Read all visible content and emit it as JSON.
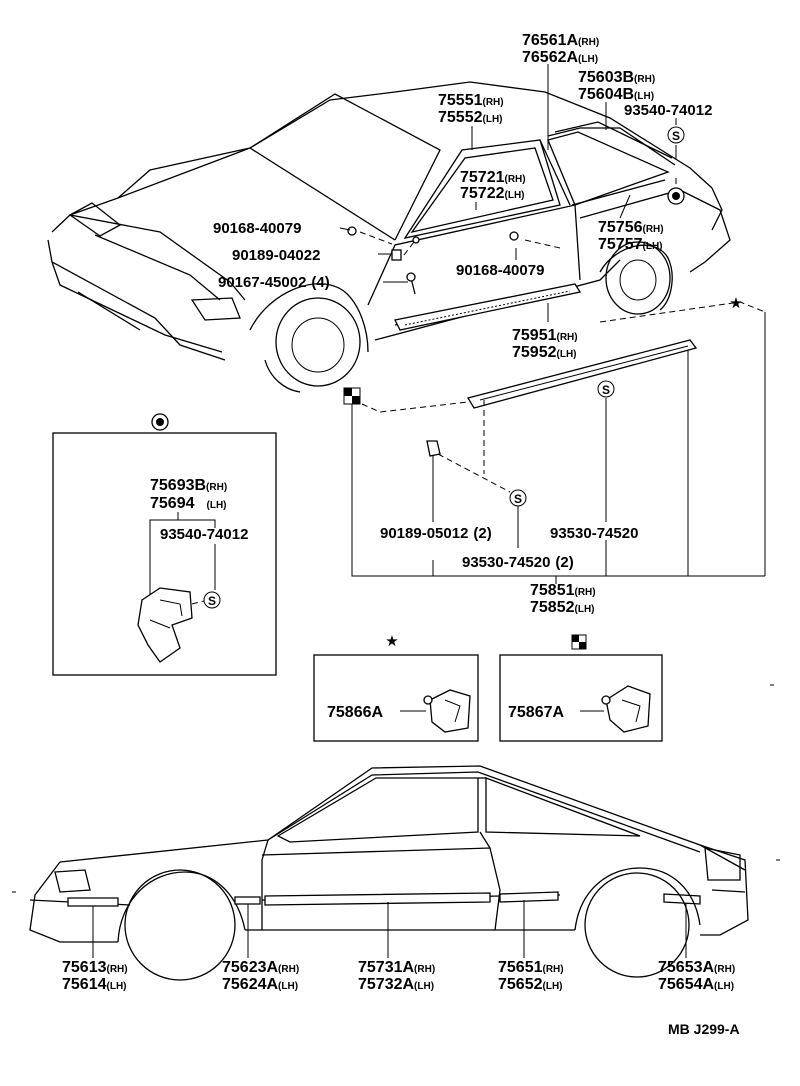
{
  "reference_code": "MB J299-A",
  "symbols": {
    "star": "★",
    "dot": "●",
    "checker": "checker-square",
    "screw_symbol": "S"
  },
  "callouts": {
    "p76561a": {
      "num": "76561A",
      "side": "(RH)"
    },
    "p76562a": {
      "num": "76562A",
      "side": "(LH)"
    },
    "p75603b": {
      "num": "75603B",
      "side": "(RH)"
    },
    "p75604b": {
      "num": "75604B",
      "side": "(LH)"
    },
    "p93540_top": {
      "num": "93540-74012"
    },
    "p75551": {
      "num": "75551",
      "side": "(RH)"
    },
    "p75552": {
      "num": "75552",
      "side": "(LH)"
    },
    "p75721": {
      "num": "75721",
      "side": "(RH)"
    },
    "p75722": {
      "num": "75722",
      "side": "(LH)"
    },
    "p90168_a": {
      "num": "90168-40079"
    },
    "p90189_04022": {
      "num": "90189-04022"
    },
    "p90167": {
      "num": "90167-45002",
      "qty": "(4)"
    },
    "p90168_b": {
      "num": "90168-40079"
    },
    "p75756": {
      "num": "75756",
      "side": "(RH)"
    },
    "p75757": {
      "num": "75757",
      "side": "(LH)"
    },
    "p75951": {
      "num": "75951",
      "side": "(RH)"
    },
    "p75952": {
      "num": "75952",
      "side": "(LH)"
    },
    "p75693b": {
      "num": "75693B",
      "side": "(RH)"
    },
    "p75694": {
      "num": "75694",
      "side": "(LH)"
    },
    "p93540_box": {
      "num": "93540-74012"
    },
    "p90189_05012": {
      "num": "90189-05012",
      "qty": "(2)"
    },
    "p93530_a": {
      "num": "93530-74520"
    },
    "p93530_b": {
      "num": "93530-74520",
      "qty": "(2)"
    },
    "p75851": {
      "num": "75851",
      "side": "(RH)"
    },
    "p75852": {
      "num": "75852",
      "side": "(LH)"
    },
    "p75866a": {
      "num": "75866A"
    },
    "p75867a": {
      "num": "75867A"
    },
    "p75613": {
      "num": "75613",
      "side": "(RH)"
    },
    "p75614": {
      "num": "75614",
      "side": "(LH)"
    },
    "p75623a": {
      "num": "75623A",
      "side": "(RH)"
    },
    "p75624a": {
      "num": "75624A",
      "side": "(LH)"
    },
    "p75731a": {
      "num": "75731A",
      "side": "(RH)"
    },
    "p75732a": {
      "num": "75732A",
      "side": "(LH)"
    },
    "p75651": {
      "num": "75651",
      "side": "(RH)"
    },
    "p75652": {
      "num": "75652",
      "side": "(LH)"
    },
    "p75653a": {
      "num": "75653A",
      "side": "(RH)"
    },
    "p75654a": {
      "num": "75654A",
      "side": "(LH)"
    }
  }
}
